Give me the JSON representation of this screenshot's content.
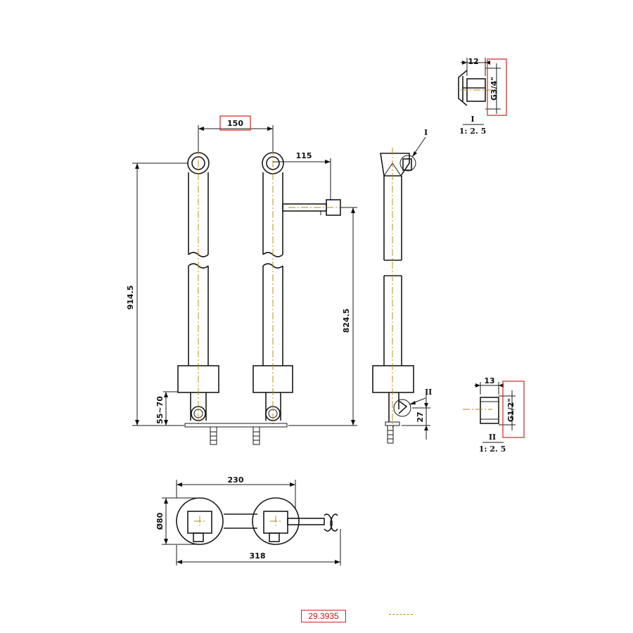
{
  "dimensions": {
    "spacing_top": "150",
    "outlet_offset": "115",
    "total_height": "914.5",
    "outlet_height": "824.5",
    "wall_adjust": "55~70",
    "bottom_inlet": "27",
    "plan_center_distance": "230",
    "plan_total_width": "318",
    "plan_diameter": "Ø80"
  },
  "details": {
    "detail_1": {
      "marker": "I",
      "width": "12",
      "thread": "G3/4\"",
      "title": "I",
      "scale": "1: 2. 5"
    },
    "detail_2": {
      "marker": "II",
      "width": "13",
      "thread": "G1/2\"",
      "title": "II",
      "scale": "1: 2. 5"
    }
  },
  "footer": {
    "product_code": "29.3935"
  },
  "colors": {
    "line": "#1a1a1a",
    "centerline": "#b8860b",
    "highlight": "#d42020"
  }
}
